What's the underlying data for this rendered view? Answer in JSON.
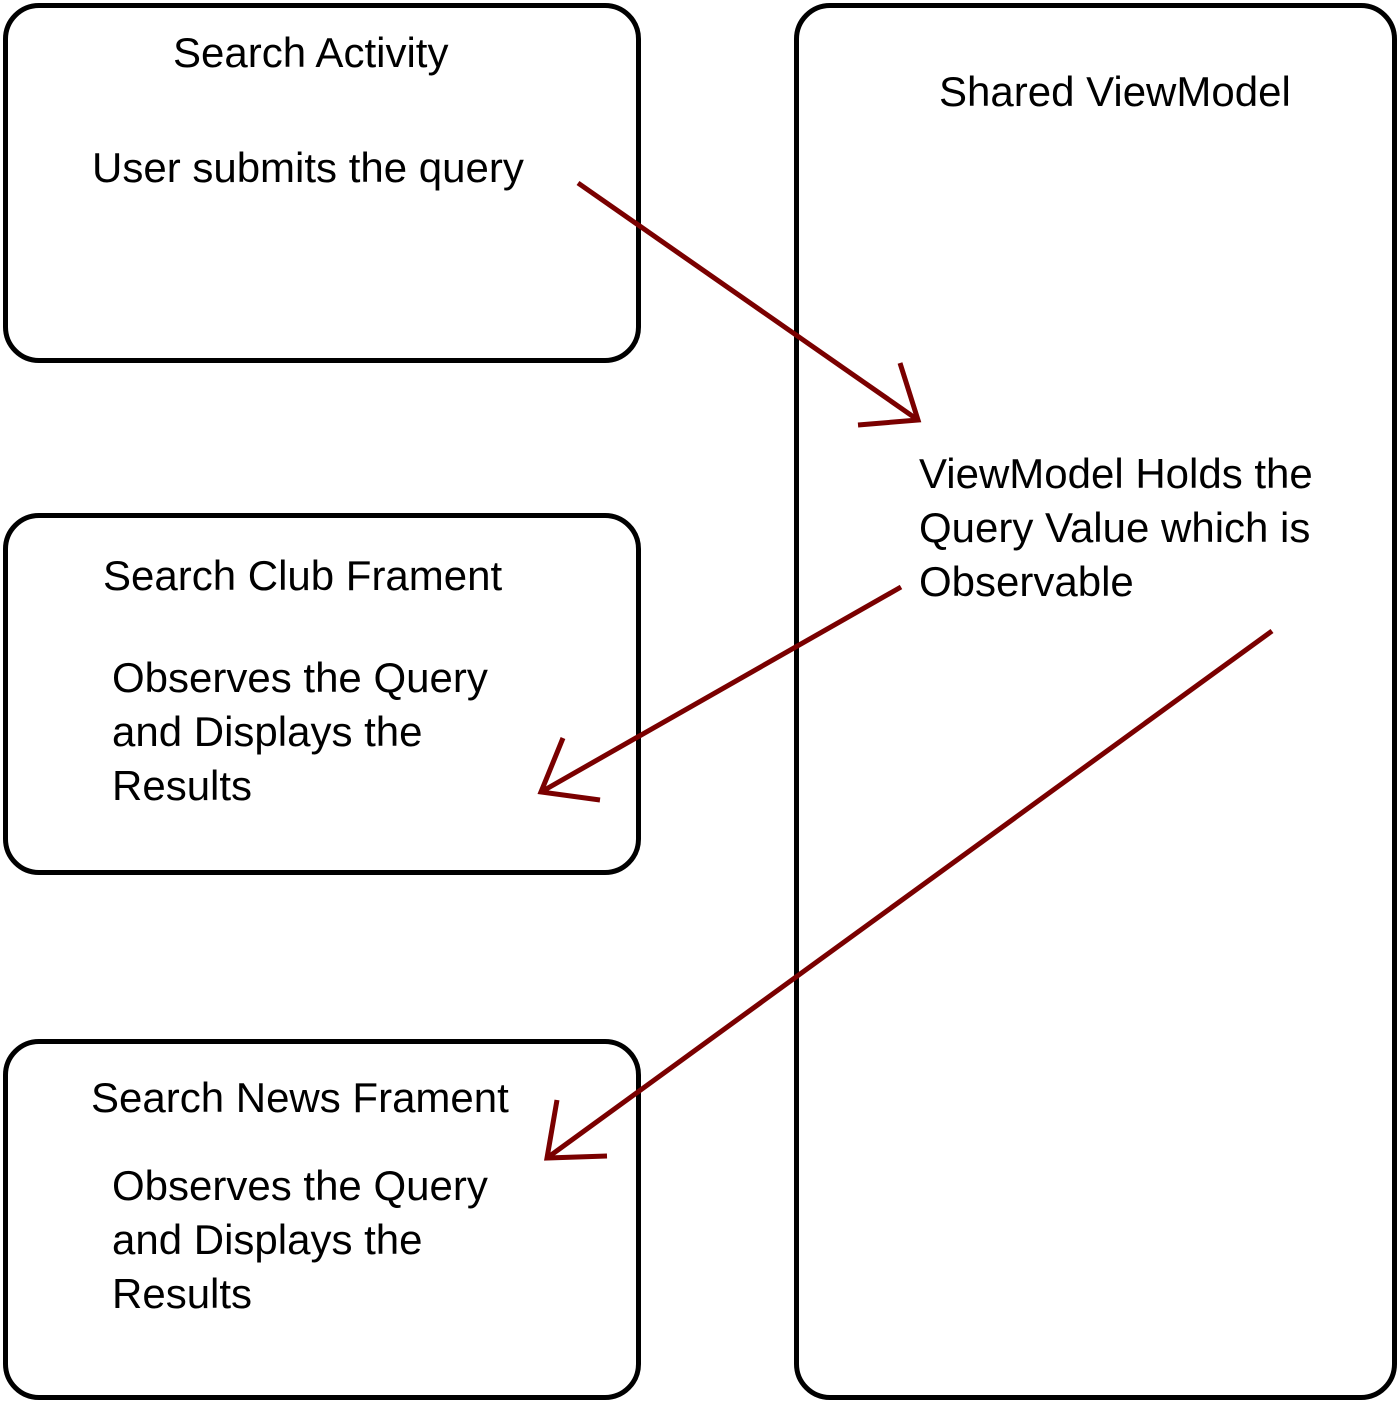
{
  "search_activity": {
    "title": "Search Activity",
    "body": "User submits the query"
  },
  "shared_viewmodel": {
    "title": "Shared ViewModel",
    "body_lines": [
      "ViewModel Holds the",
      "Query Value which is",
      "Observable"
    ]
  },
  "search_club_fragment": {
    "title": "Search Club Frament",
    "body_lines": [
      "Observes the Query",
      "and Displays the",
      "Results"
    ]
  },
  "search_news_fragment": {
    "title": "Search News Frament",
    "body_lines": [
      "Observes the Query",
      "and Displays the",
      "Results"
    ]
  },
  "colors": {
    "arrow": "#7a0000",
    "border": "#000000"
  }
}
